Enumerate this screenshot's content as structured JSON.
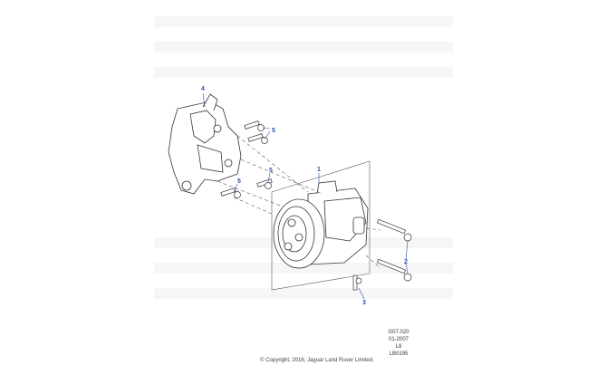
{
  "callouts": {
    "c1": "1",
    "c2": "2",
    "c3": "3",
    "c4": "4",
    "c5a": "5",
    "c5b": "5",
    "c5c": "5"
  },
  "reference": {
    "line1": "G07.020",
    "line2": "01-2007",
    "line3": "L8",
    "line4": "LB0195"
  },
  "copyright": "© Copyright, 2016, Jaguar Land Rover Limited."
}
